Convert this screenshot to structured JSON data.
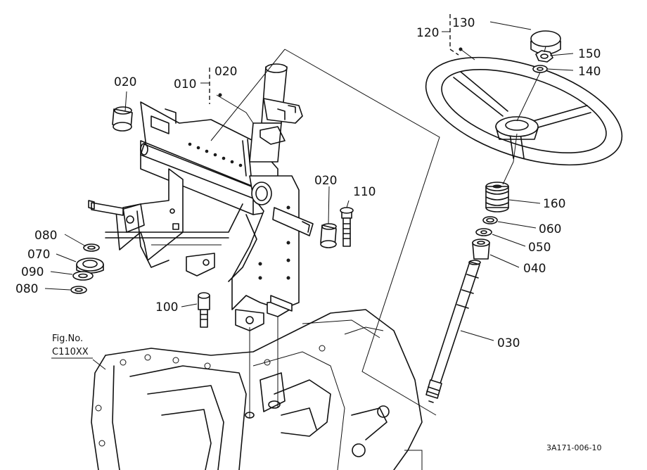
{
  "parts": {
    "p010": "010",
    "p020_group": "020",
    "p020_left": "020",
    "p020_right": "020",
    "p030": "030",
    "p040": "040",
    "p050": "050",
    "p060": "060",
    "p070": "070",
    "p080_top": "080",
    "p080_bottom": "080",
    "p090": "090",
    "p100": "100",
    "p110": "110",
    "p120": "120",
    "p130": "130",
    "p140": "140",
    "p150": "150",
    "p160": "160"
  },
  "fig_ref": {
    "line1": "Fig.No.",
    "line2": "C110XX"
  },
  "drawing_code": "3A171-006-10"
}
